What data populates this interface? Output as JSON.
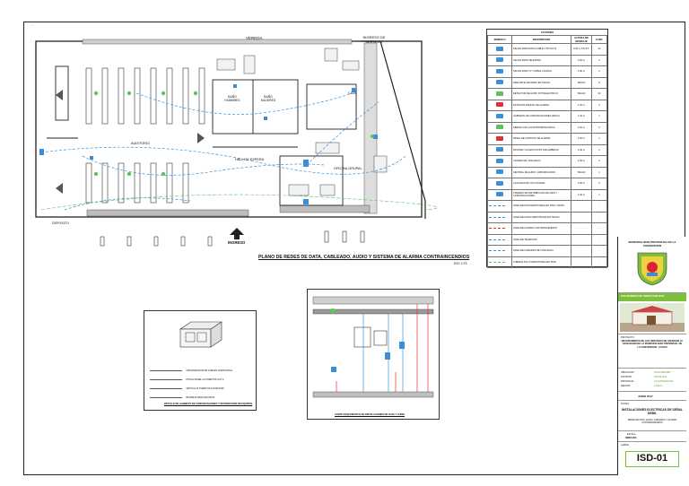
{
  "sheet": {
    "title": "PLANO DE REDES DE DATA, CABLEADO, AUDIO Y SISTEMA DE ALARMA CONTRAINCENDIOS",
    "scale": "ESC 1/75",
    "sheet_code": "ISD-01"
  },
  "floorplan": {
    "labels": {
      "fachada": "VEREDA",
      "service": "INGRESO DE SERVICIO",
      "auditorio": "AUDITORIO",
      "hall": "HALL DE ESPERA",
      "oficina": "OFICINA GRUPAL",
      "caja": "CAJA",
      "ingreso": "INGRESO",
      "deposito": "DEPOSITO",
      "bano_h": "BAÑO HOMBRES",
      "bano_m": "BAÑO MUJERES"
    }
  },
  "legend": {
    "title": "LEYENDA",
    "headers": [
      "SIMBOLO",
      "DESCRIPCION",
      "ALTURA DE MONTAJE",
      "CANT."
    ],
    "rows": [
      {
        "desc": "SALIDA PARA DATA (CABLE UTP CAT 6)",
        "h": "0.30 m S.N.P.T.",
        "n": "12"
      },
      {
        "desc": "SALIDA PARA TELEFONO",
        "h": "0.30 m",
        "n": "4"
      },
      {
        "desc": "SALIDA PARA TV / CABLE COAXIAL",
        "h": "1.80 m",
        "n": "2"
      },
      {
        "desc": "PARLANTE ADOSADO EN TECHO",
        "h": "TECHO",
        "n": "8"
      },
      {
        "desc": "DETECTOR DE HUMO FOTOELECTRICO",
        "h": "TECHO",
        "n": "10"
      },
      {
        "desc": "ESTACION MANUAL DE ALARMA",
        "h": "1.40 m",
        "n": "2"
      },
      {
        "desc": "GABINETE DE COMUNICACIONES (RACK)",
        "h": "1.20 m",
        "n": "1"
      },
      {
        "desc": "SIRENA CON LUZ ESTROBOSCOPICA",
        "h": "2.20 m",
        "n": "3"
      },
      {
        "desc": "PANEL DE CONTROL DE ALARMA",
        "h": "1.50 m",
        "n": "1"
      },
      {
        "desc": "ROUTER / ACCESS POINT INALAMBRICO",
        "h": "2.40 m",
        "n": "2"
      },
      {
        "desc": "CAMARA DE VIGILANCIA",
        "h": "2.40 m",
        "n": "4"
      },
      {
        "desc": "CENTRAL DE AUDIO / AMPLIFICADOR",
        "h": "TECHO",
        "n": "1"
      },
      {
        "desc": "CAJA DE PASO OCTOGONAL",
        "h": "0.30 m",
        "n": "6"
      },
      {
        "desc": "TABLERO DE DISTRIBUCION DE DATA Y COMUNICACIONES",
        "h": "1.20 m",
        "n": "1"
      },
      {
        "desc": "LINEA DE DATA EMPOTRADA EN PISO / MURO",
        "h": "-",
        "n": "-"
      },
      {
        "desc": "LINEA DE AUDIO EMPOTRADA EN TECHO",
        "h": "-",
        "n": "-"
      },
      {
        "desc": "LINEA DE ALARMA CONTRAINCENDIOS",
        "h": "-",
        "n": "-"
      },
      {
        "desc": "LINEA DE TELEFONIA",
        "h": "-",
        "n": "-"
      },
      {
        "desc": "LINEA DE CAMARAS DE VIGILANCIA",
        "h": "-",
        "n": "-"
      },
      {
        "desc": "TUBERIA PVC-P EMPOTRADA EN PISO",
        "h": "-",
        "n": "-"
      }
    ]
  },
  "detail_rack": {
    "title": "DETALLE DE GABINETE DE COMUNICACIONES Y DISTRIBUCION DE EQUIPOS",
    "items": [
      "ORGANIZADOR DE CABLES HORIZONTAL",
      "PATCH PANEL 24 PUERTOS CAT 6",
      "SWITCH 24 PUERTOS 10/100/1000",
      "BANDEJA PARA EQUIPOS"
    ]
  },
  "detail_section": {
    "title": "CORTE ESQUEMATICO DE INSTALACIONES DE DATA Y AUDIO"
  },
  "titleblock": {
    "org": "MUNICIPALIDAD PROVINCIAL DE LA CONVENCION",
    "office": "SUB GERENCIA DE OBRAS PUBLICAS",
    "project_label": "PROYECTO:",
    "project": "MEJORAMIENTO DE LOS SERVICIOS DE ATENCION AL CIUDADANO DE LA MUNICIPALIDAD PROVINCIAL DE LA CONVENCION - CUSCO",
    "fields": [
      {
        "k": "UBICACION:",
        "v": "QUILLABAMBA"
      },
      {
        "k": "DISTRITO:",
        "v": "SANTA ANA"
      },
      {
        "k": "PROVINCIA:",
        "v": "LA CONVENCION"
      },
      {
        "k": "REGION:",
        "v": "CUSCO"
      }
    ],
    "date_label": "JUNIO 2017",
    "plan_label": "PLANO:",
    "plan": "INSTALACIONES ELECTRICAS DE SEÑAL DEBIL",
    "plan_sub": "REDES DE DATA, AUDIO, CABLEADO Y ALARMA CONTRAINCENDIOS",
    "scale_label": "ESCALA",
    "scale": "INDICADA",
    "sheet_label": "LAMINA"
  },
  "colors": {
    "accent": "#3b8fd9",
    "alarm": "#e03030",
    "green": "#5fc25f",
    "brand": "#7cbf3a"
  }
}
